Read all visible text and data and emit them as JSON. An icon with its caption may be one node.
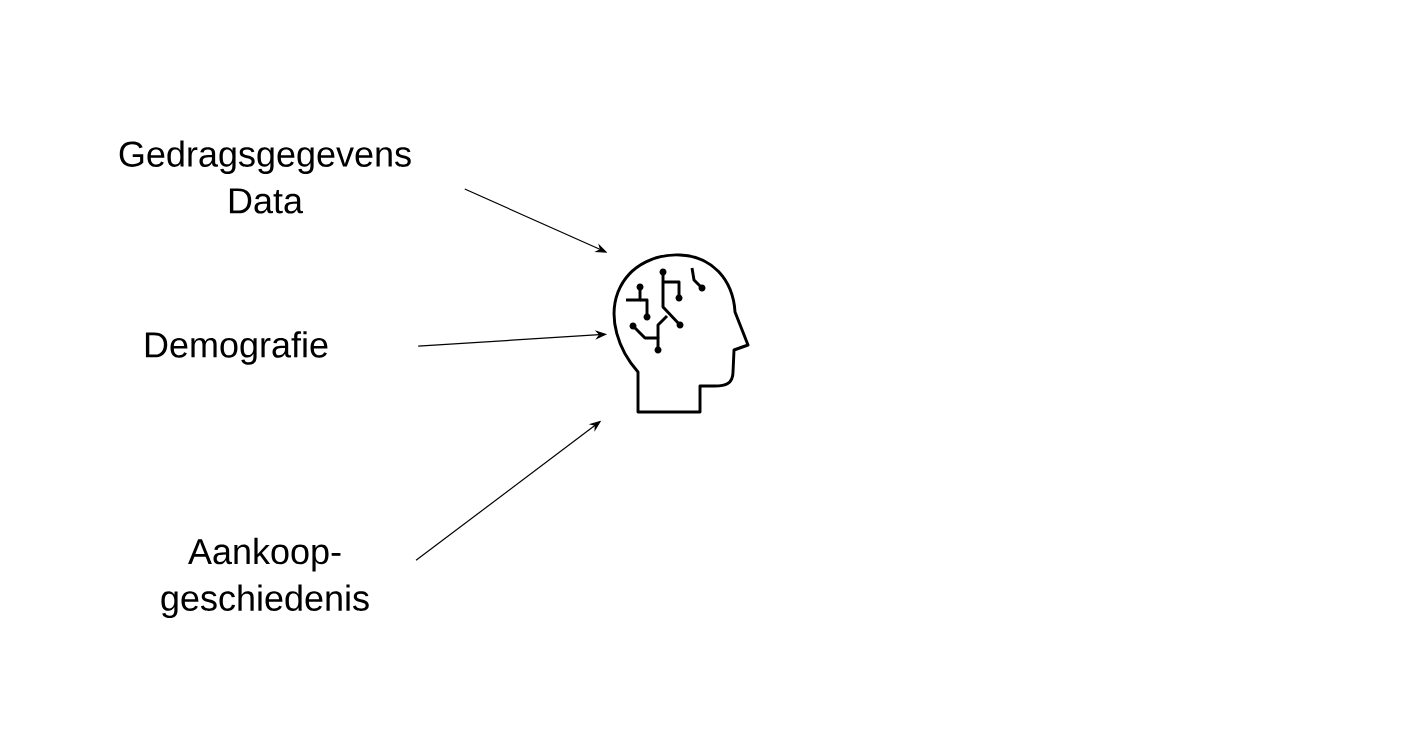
{
  "diagram": {
    "nodes": [
      {
        "text": [
          "Gedragsgegevens Data"
        ]
      },
      {
        "text": [
          "Demografie"
        ]
      },
      {
        "text": [
          "Aankoop-geschiedenis"
        ]
      },
      {
        "text": [],
        "shape": "picture"
      }
    ],
    "edges": [
      {
        "from": 0,
        "to": 3,
        "arrow": "to"
      },
      {
        "from": 1,
        "to": 3,
        "arrow": "to"
      },
      {
        "from": 2,
        "to": 3,
        "arrow": "to"
      }
    ]
  }
}
